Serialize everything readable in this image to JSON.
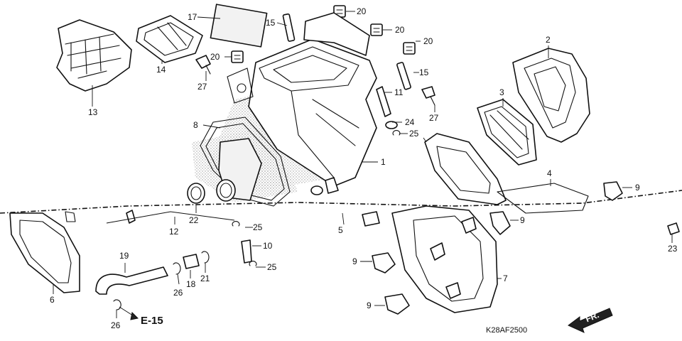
{
  "callouts": {
    "c1": "1",
    "c2": "2",
    "c3": "3",
    "c4": "4",
    "c5": "5",
    "c6": "6",
    "c7": "7",
    "c8": "8",
    "c9a": "9",
    "c9b": "9",
    "c9c": "9",
    "c9d": "9",
    "c10": "10",
    "c11": "11",
    "c12": "12",
    "c13": "13",
    "c14": "14",
    "c15a": "15",
    "c15b": "15",
    "c17": "17",
    "c18": "18",
    "c19": "19",
    "c20a": "20",
    "c20b": "20",
    "c20c": "20",
    "c20d": "20",
    "c21": "21",
    "c22": "22",
    "c23": "23",
    "c24": "24",
    "c25a": "25",
    "c25b": "25",
    "c25c": "25",
    "c26a": "26",
    "c26b": "26",
    "c27a": "27",
    "c27b": "27"
  },
  "reference": {
    "label": "E-15"
  },
  "direction": {
    "label": "FR."
  },
  "diagram_code": "K28AF2500",
  "colors": {
    "ink": "#111111",
    "paper": "#ffffff",
    "stipple": "#9a9a9a"
  }
}
